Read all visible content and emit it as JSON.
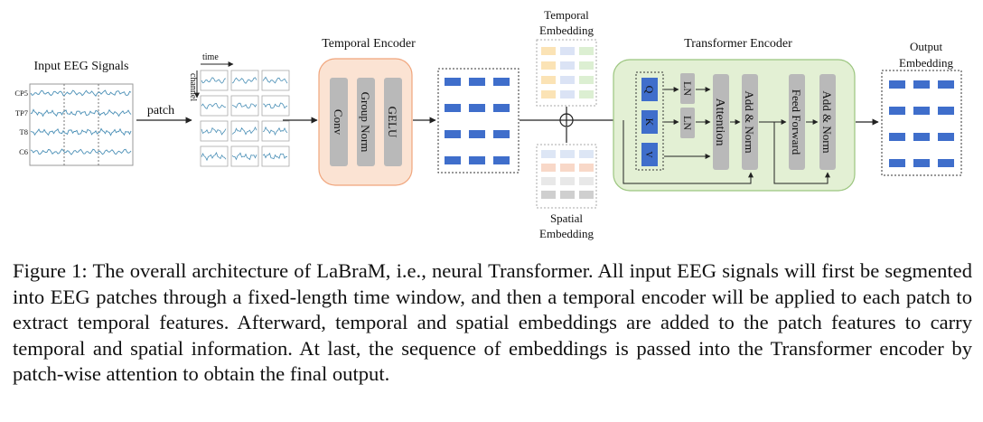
{
  "figure": {
    "input_title": "Input EEG Signals",
    "channels": [
      "CP5",
      "TP7",
      "T8",
      "C6"
    ],
    "patch_label": "patch",
    "time_label": "time",
    "channel_label": "channel",
    "temporal_encoder_title": "Temporal Encoder",
    "temporal_encoder_layers": [
      "Conv",
      "Group Norm",
      "GELU"
    ],
    "temporal_embedding_label": [
      "Temporal",
      "Embedding"
    ],
    "spatial_embedding_label": [
      "Spatial",
      "Embedding"
    ],
    "transformer_title": "Transformer Encoder",
    "qkv": [
      "Q",
      "K",
      "V"
    ],
    "ln_labels": [
      "LN",
      "LN"
    ],
    "attention_label": "Attention",
    "add_norm_label": "Add & Norm",
    "feed_forward_label": "Feed Forward",
    "output_label": [
      "Output",
      "Embedding"
    ],
    "colors": {
      "token_blue": "#3f6ecb",
      "encoder_fill": "#fbe3d3",
      "encoder_stroke": "#f0a57c",
      "transformer_fill": "#e3f0d4",
      "transformer_stroke": "#9bc57f",
      "block_gray": "#b9b9b9",
      "signal": "#4a8fb6"
    }
  },
  "caption": {
    "label": "Figure 1:",
    "text": "The overall architecture of LaBraM, i.e., neural Transformer.  All input EEG signals will first be segmented into EEG patches through a fixed-length time window, and then a temporal encoder will be applied to each patch to extract temporal features. Afterward, temporal and spatial embeddings are added to the patch features to carry temporal and spatial information. At last, the sequence of embeddings is passed into the Transformer encoder by patch-wise attention to obtain the final output."
  }
}
